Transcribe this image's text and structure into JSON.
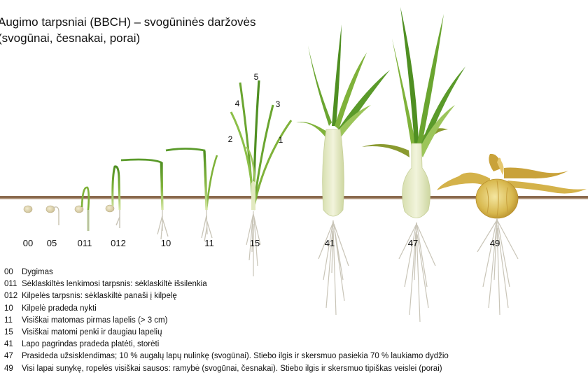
{
  "title": {
    "line1": "Augimo tarpsniai (BBCH) – svogūninės daržovės",
    "line2": "(svogūnai, česnakai, porai)"
  },
  "colors": {
    "leaf_green": "#5a9a2a",
    "leaf_light": "#9cc55a",
    "soil": "#8b6a4e",
    "bulb": "#e7ecc4",
    "root": "#c9c5b8",
    "dry_leaf": "#c9a23a"
  },
  "stages": [
    {
      "code": "00"
    },
    {
      "code": "05"
    },
    {
      "code": "011"
    },
    {
      "code": "012"
    },
    {
      "code": "10"
    },
    {
      "code": "11"
    },
    {
      "code": "15"
    },
    {
      "code": "41"
    },
    {
      "code": "47"
    },
    {
      "code": "49"
    }
  ],
  "leaf_numbers": [
    "1",
    "2",
    "3",
    "4",
    "5"
  ],
  "legend": [
    {
      "code": "00",
      "text": "Dygimas"
    },
    {
      "code": "011",
      "text": "Sėklaskiltės lenkimosi tarpsnis: sėklaskiltė išsilenkia"
    },
    {
      "code": "012",
      "text": "Kilpelės tarpsnis: sėklaskiltė panaši į kilpelę"
    },
    {
      "code": "10",
      "text": "Kilpelė pradeda nykti"
    },
    {
      "code": "11",
      "text": "Visiškai matomas pirmas lapelis (> 3 cm)"
    },
    {
      "code": "15",
      "text": "Visiškai matomi penki ir daugiau lapelių"
    },
    {
      "code": "41",
      "text": "Lapo pagrindas pradeda platėti, storėti"
    },
    {
      "code": "47",
      "text": "Prasideda užsisklendimas; 10 % augalų lapų nulinkę (svogūnai). Stiebo ilgis ir skersmuo pasiekia 70 % laukiamo dydžio"
    },
    {
      "code": "49",
      "text": "Visi lapai sunykę, ropelės visiškai sausos: ramybė (svogūnai, česnakai). Stiebo ilgis ir skersmuo tipiškas veislei (porai)"
    }
  ]
}
